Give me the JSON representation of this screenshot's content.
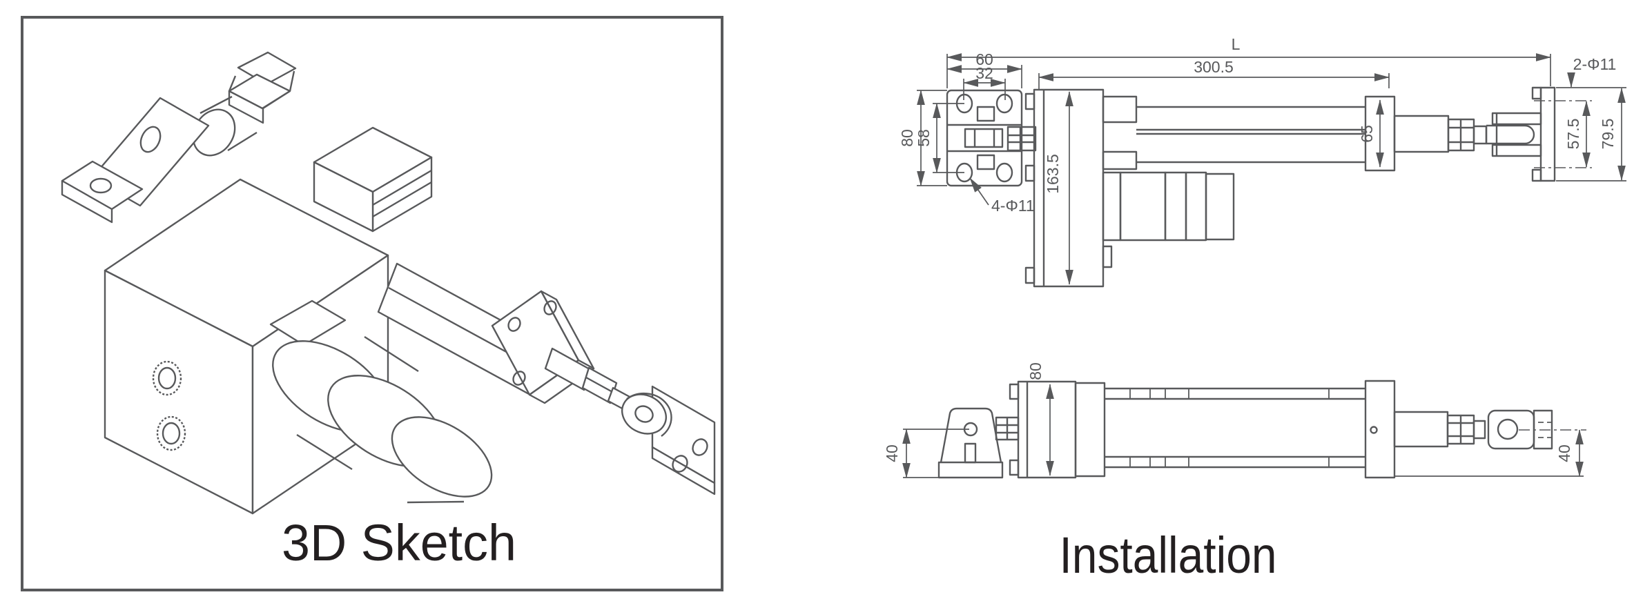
{
  "colors": {
    "line": "#58595B",
    "caption_text": "#231F20",
    "background": "#FFFFFF"
  },
  "captions": {
    "sketch": "3D Sketch",
    "installation": "Installation"
  },
  "top_view_dims": {
    "overall_length": "L",
    "body_length": "300.5",
    "rear_bracket_width": "60",
    "rear_hole_spacing_h": "32",
    "rear_bracket_height": "80",
    "rear_hole_spacing_v": "58",
    "rear_holes": "4-Φ11",
    "housing_height": "163.5",
    "front_flange_height": "65",
    "front_holes": "2-Φ11",
    "front_hole_spacing": "57.5",
    "front_bracket_height": "79.5"
  },
  "side_view_dims": {
    "housing_width": "80",
    "rear_pivot_height": "40",
    "front_pivot_height": "40"
  }
}
